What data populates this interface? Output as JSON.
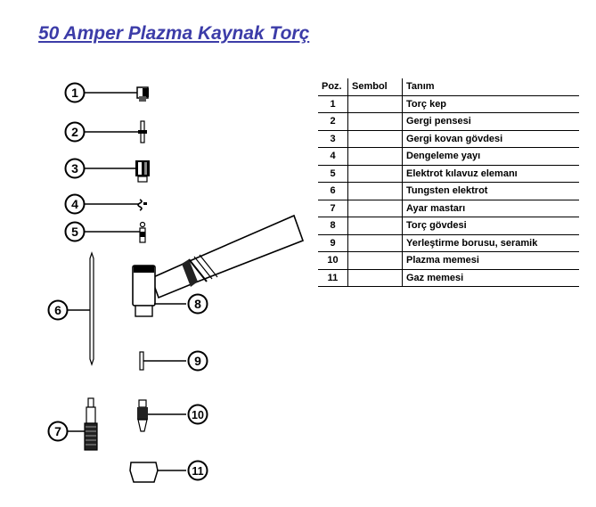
{
  "title": "50 Amper Plazma Kaynak Torç",
  "callouts": [
    "1",
    "2",
    "3",
    "4",
    "5",
    "6",
    "7",
    "8",
    "9",
    "10",
    "11"
  ],
  "table": {
    "headers": [
      "Poz.",
      "Sembol",
      "Tanım"
    ],
    "rows": [
      {
        "pos": "1",
        "symbol": "",
        "desc": "Torç kep"
      },
      {
        "pos": "2",
        "symbol": "",
        "desc": "Gergi pensesi"
      },
      {
        "pos": "3",
        "symbol": "",
        "desc": "Gergi kovan gövdesi"
      },
      {
        "pos": "4",
        "symbol": "",
        "desc": "Dengeleme yayı"
      },
      {
        "pos": "5",
        "symbol": "",
        "desc": "Elektrot kılavuz elemanı"
      },
      {
        "pos": "6",
        "symbol": "",
        "desc": "Tungsten elektrot"
      },
      {
        "pos": "7",
        "symbol": "",
        "desc": "Ayar mastarı"
      },
      {
        "pos": "8",
        "symbol": "",
        "desc": "Torç gövdesi"
      },
      {
        "pos": "9",
        "symbol": "",
        "desc": "Yerleştirme borusu, seramik"
      },
      {
        "pos": "10",
        "symbol": "",
        "desc": "Plazma memesi"
      },
      {
        "pos": "11",
        "symbol": "",
        "desc": "Gaz memesi"
      }
    ]
  }
}
